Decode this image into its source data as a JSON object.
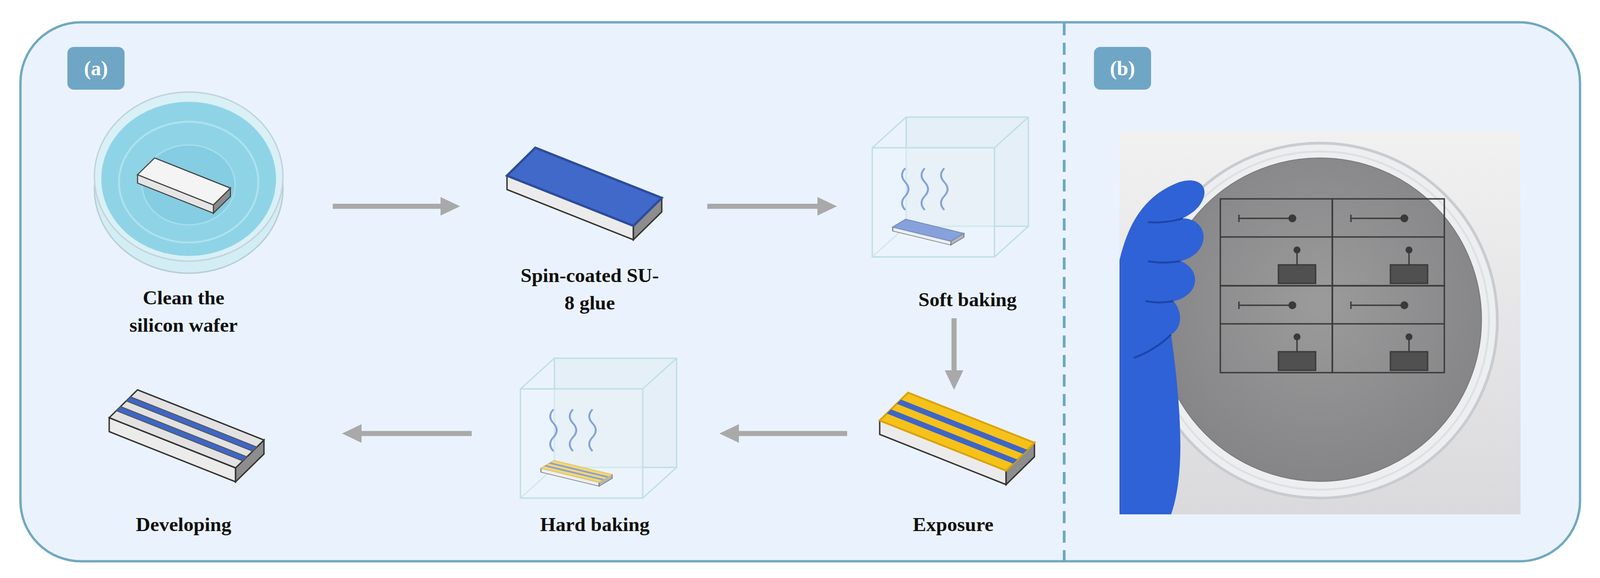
{
  "diagram": {
    "nodes": [
      {
        "text": [
          "(a)"
        ]
      },
      {
        "text": [
          "Clean the silicon wafer"
        ]
      },
      {
        "text": [
          "Spin-coated SU-8 glue"
        ]
      },
      {
        "text": [
          "Soft baking"
        ]
      },
      {
        "text": [
          "Exposure"
        ]
      },
      {
        "text": [
          "Hard baking"
        ]
      },
      {
        "text": [
          "Developing"
        ]
      },
      {
        "text": [
          "(b)"
        ]
      }
    ],
    "edges": [
      {
        "from": 1,
        "to": 2,
        "arrow": "to"
      },
      {
        "from": 2,
        "to": 3,
        "arrow": "to"
      },
      {
        "from": 3,
        "to": 4,
        "arrow": "to"
      },
      {
        "from": 4,
        "to": 5,
        "arrow": "to"
      },
      {
        "from": 5,
        "to": 6,
        "arrow": "to"
      }
    ]
  }
}
